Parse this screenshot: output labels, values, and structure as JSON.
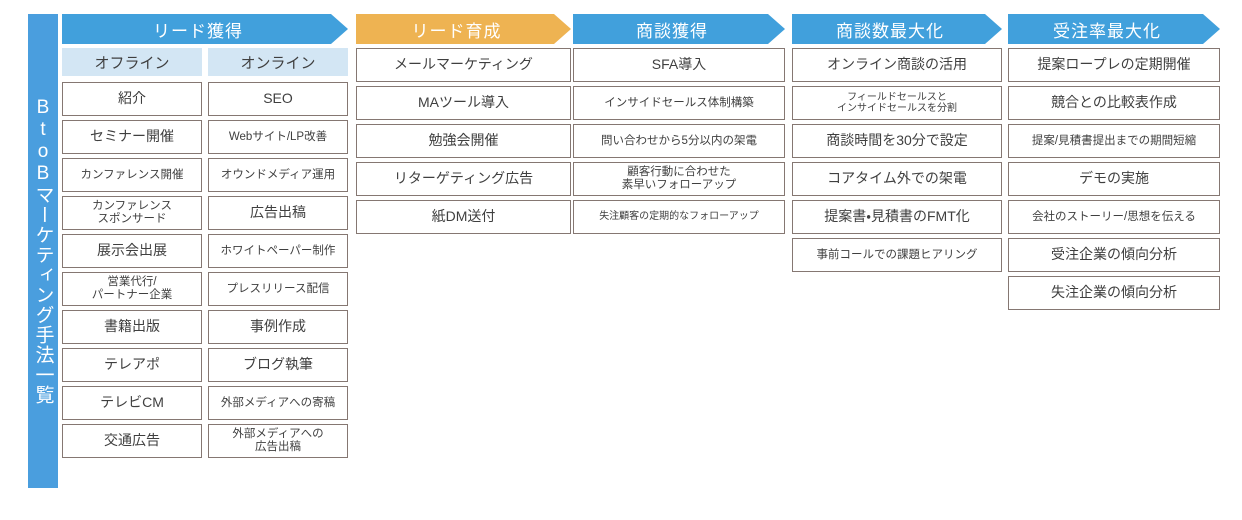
{
  "title": "BtoBマーケティング手法一覧",
  "sidebar": {
    "label": "BtoBマーケティング手法一覧",
    "color": "#4A9EDE"
  },
  "colors": {
    "phase_blue": "#41A0DC",
    "phase_orange": "#EEB352",
    "subheader_blue": "#D3E6F4",
    "box_border": "#857772",
    "text": "#3f3f3f"
  },
  "columns": [
    {
      "id": "acq",
      "header": "リード獲得",
      "header_color": "blue",
      "subcolumns": [
        {
          "subheader": "オフライン",
          "items": [
            "紹介",
            "セミナー開催",
            "カンファレンス開催",
            "カンファレンス\nスポンサード",
            "展示会出展",
            "営業代行/\nパートナー企業",
            "書籍出版",
            "テレアポ",
            "テレビCM",
            "交通広告"
          ]
        },
        {
          "subheader": "オンライン",
          "items": [
            "SEO",
            "Webサイト/LP改善",
            "オウンドメディア運用",
            "広告出稿",
            "ホワイトペーパー制作",
            "プレスリリース配信",
            "事例作成",
            "ブログ執筆",
            "外部メディアへの寄稿",
            "外部メディアへの\n広告出稿"
          ]
        }
      ]
    },
    {
      "id": "nurture",
      "header": "リード育成",
      "header_color": "orange",
      "items": [
        "メールマーケティング",
        "MAツール導入",
        "勉強会開催",
        "リターゲティング広告",
        "紙DM送付"
      ]
    },
    {
      "id": "meeting",
      "header": "商談獲得",
      "header_color": "blue",
      "items": [
        "SFA導入",
        "インサイドセールス体制構築",
        "問い合わせから5分以内の架電",
        "顧客行動に合わせた\n素早いフォローアップ",
        "失注顧客の定期的なフォローアップ"
      ]
    },
    {
      "id": "maxnum",
      "header": "商談数最大化",
      "header_color": "blue",
      "items": [
        "オンライン商談の活用",
        "フィールドセールスと\nインサイドセールスを分割",
        "商談時間を30分で設定",
        "コアタイム外での架電",
        "提案書・見積書のFMT化",
        "事前コールでの課題ヒアリング"
      ]
    },
    {
      "id": "winrate",
      "header": "受注率最大化",
      "header_color": "blue",
      "items": [
        "提案ロープレの定期開催",
        "競合との比較表作成",
        "提案/見積書提出までの期間短縮",
        "デモの実施",
        "会社のストーリー/思想を伝える",
        "受注企業の傾向分析",
        "失注企業の傾向分析"
      ]
    }
  ]
}
